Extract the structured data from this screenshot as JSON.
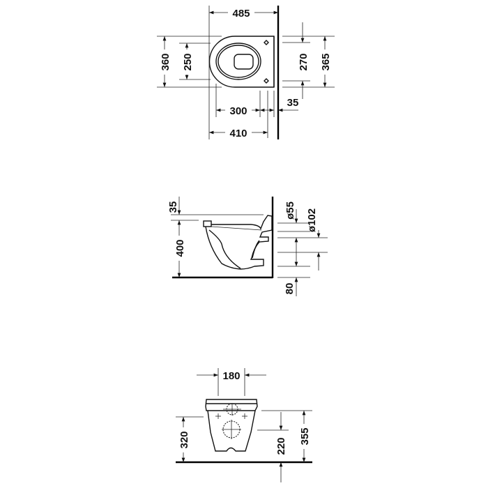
{
  "top_view": {
    "width_total": "485",
    "depth_outer": "360",
    "depth_inner": "250",
    "wall_span_inner": "270",
    "wall_span_outer": "365",
    "length_300": "300",
    "wall_gap": "35",
    "length_410": "410"
  },
  "side_view": {
    "seat_offset": "35",
    "rim_height": "400",
    "outlet_small": "ø55",
    "outlet_large": "ø102",
    "floor_offset": "80"
  },
  "front_view": {
    "fixing_spacing": "180",
    "height_320": "320",
    "height_220": "220",
    "height_355": "355"
  },
  "colors": {
    "line": "#111111",
    "background": "#ffffff"
  }
}
